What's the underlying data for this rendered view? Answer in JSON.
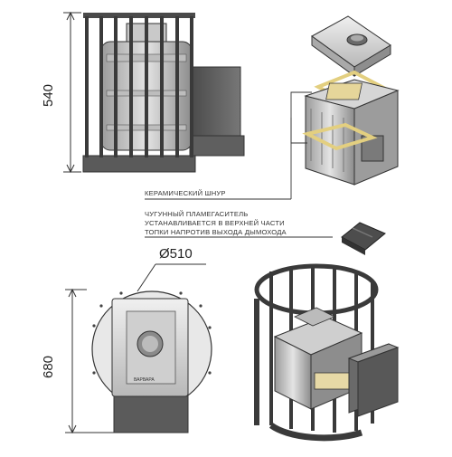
{
  "dimensions": {
    "height_top": "540",
    "diameter": "Ø510",
    "height_bottom": "680"
  },
  "callouts": {
    "ceramic_cord": "КЕРАМИЧЕСКИЙ ШНУР",
    "flame_arrester": [
      "ЧУГУННЫЙ ПЛАМЕГАСИТЕЛЬ",
      "УСТАНАВЛИВАЕТСЯ В ВЕРХНЕЙ ЧАСТИ",
      "ТОПКИ НАПРОТИВ ВЫХОДА ДЫМОХОДА"
    ]
  },
  "stove_brand": "ВАРВАРА",
  "colors": {
    "line": "#333333",
    "metal_dark": "#5a5a5a",
    "metal_light": "#d9d9d9",
    "cord": "#e9d9a0"
  }
}
